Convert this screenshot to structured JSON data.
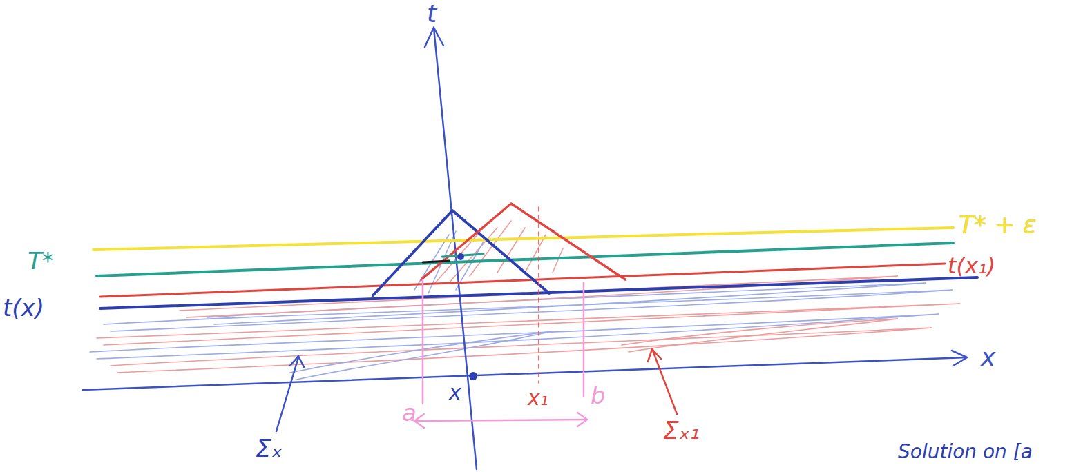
{
  "diagram": {
    "labels": [
      "t",
      "x",
      "T*",
      "t(x)",
      "T* + ε",
      "t(x₁)",
      "a",
      "x",
      "x₁",
      "b",
      "Σₓ",
      "Σₓ₁",
      "Solution on [a"
    ]
  }
}
